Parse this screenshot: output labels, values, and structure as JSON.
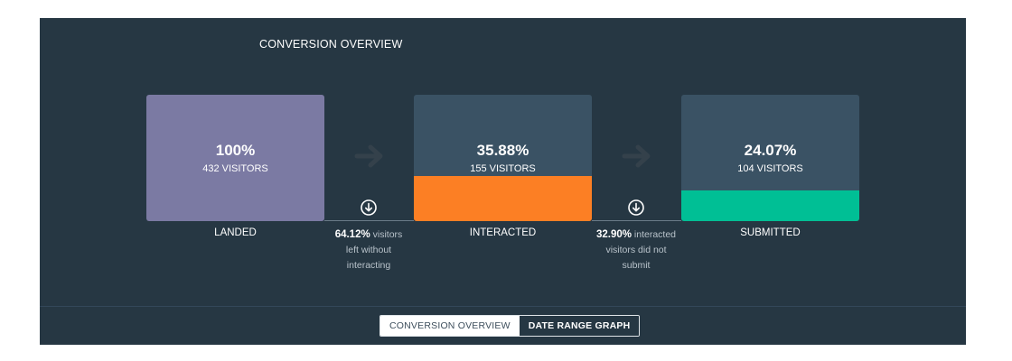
{
  "header": {
    "title": "CONVERSION OVERVIEW"
  },
  "colors": {
    "landed": "#7b7aa3",
    "interacted_fill": "#fc7f24",
    "submitted_fill": "#00bf95",
    "box_bg": "#3a5264",
    "panel_bg": "#263743"
  },
  "stages": [
    {
      "pct": "100%",
      "visitors": "432 VISITORS",
      "label": "LANDED",
      "fill_fraction": 1.0
    },
    {
      "pct": "35.88%",
      "visitors": "155 VISITORS",
      "label": "INTERACTED",
      "fill_fraction": 0.3588
    },
    {
      "pct": "24.07%",
      "visitors": "104 VISITORS",
      "label": "SUBMITTED",
      "fill_fraction": 0.2407
    }
  ],
  "dropoffs": [
    {
      "pct": "64.12%",
      "text_1": "visitors",
      "text_2": "left without",
      "text_3": "interacting"
    },
    {
      "pct": "32.90%",
      "text_1": "interacted",
      "text_2": "visitors did not",
      "text_3": "submit"
    }
  ],
  "footer": {
    "tabs": [
      {
        "label": "CONVERSION OVERVIEW",
        "active": true
      },
      {
        "label": "DATE RANGE GRAPH",
        "active": false
      }
    ]
  }
}
